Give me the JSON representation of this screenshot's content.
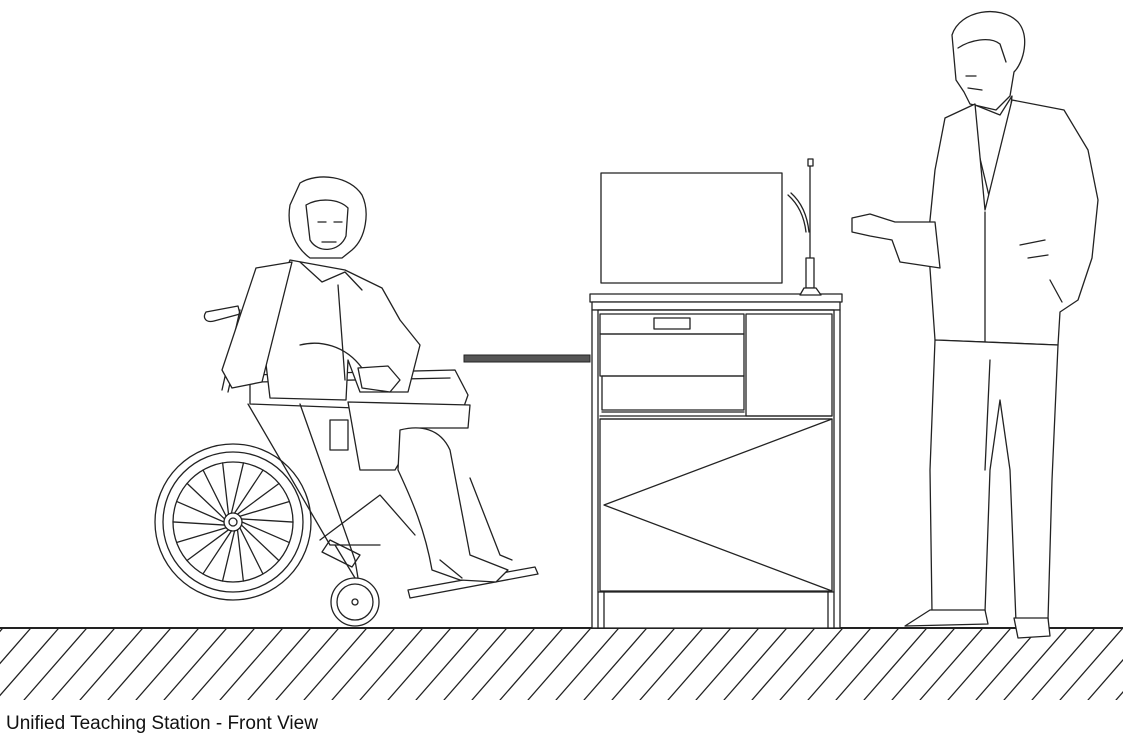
{
  "caption": "Unified Teaching Station - Front View",
  "figures": {
    "seated_user": "person-in-wheelchair",
    "standing_user": "standing-instructor",
    "furniture": "teaching-station-cabinet"
  },
  "colors": {
    "line": "#222222",
    "background": "#ffffff"
  }
}
